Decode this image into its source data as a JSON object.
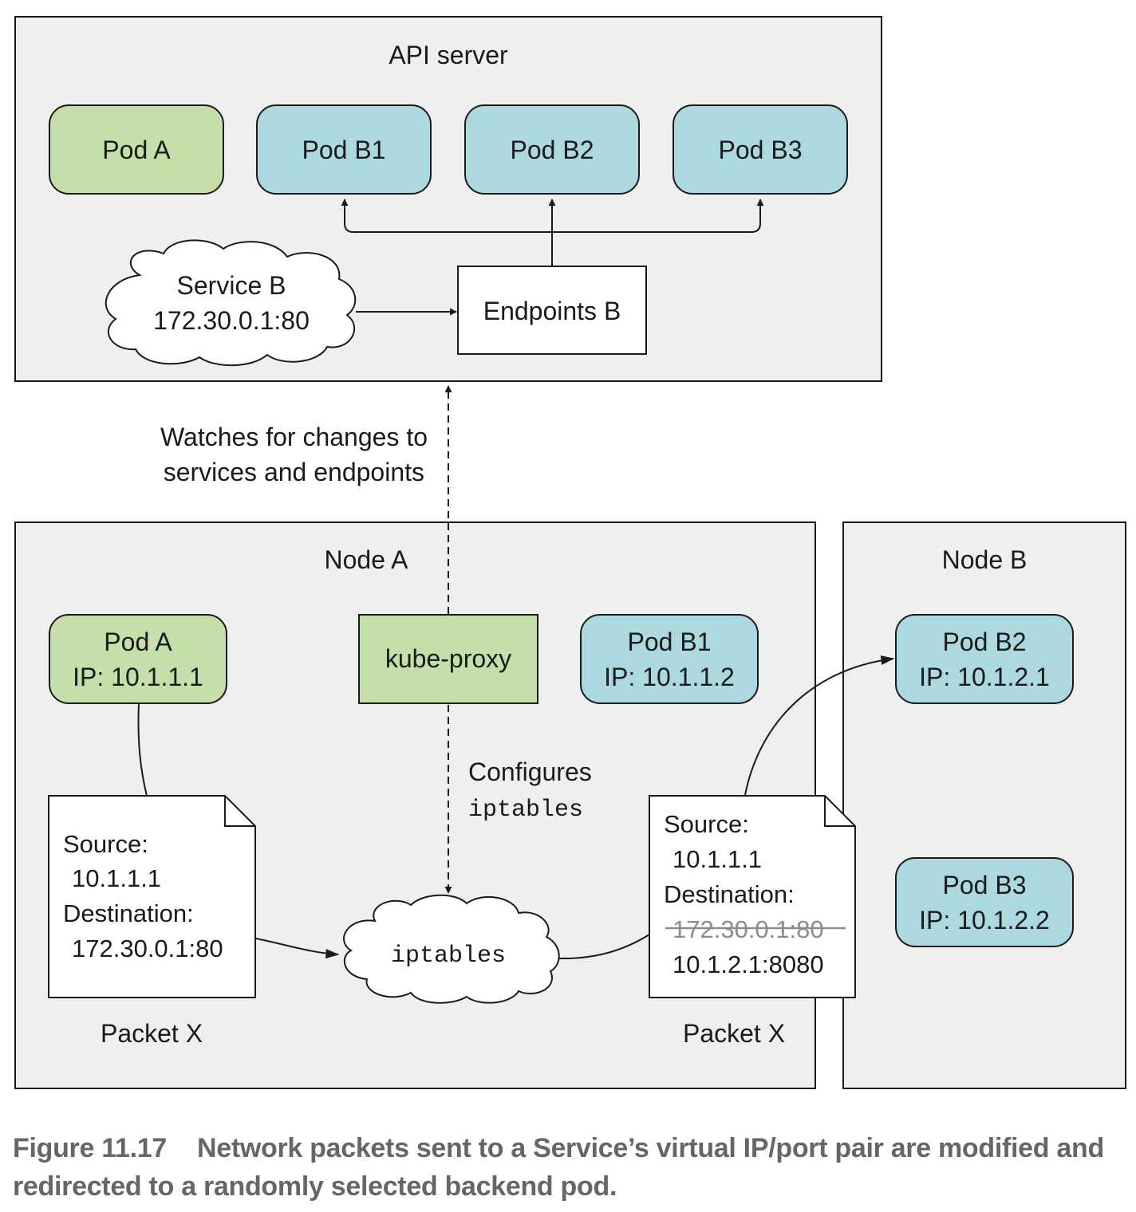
{
  "colors": {
    "panel_fill": "#efefef",
    "pod_green": "#c5deaa",
    "pod_blue": "#acd9df",
    "stroke": "#1a1a1a",
    "strike_text": "#8c8c8c",
    "caption": "#666666"
  },
  "api_server": {
    "title": "API server",
    "pods": [
      "Pod A",
      "Pod B1",
      "Pod B2",
      "Pod B3"
    ],
    "service": {
      "name": "Service B",
      "address": "172.30.0.1:80"
    },
    "endpoints": "Endpoints B"
  },
  "watch_label": [
    "Watches for changes to",
    "services and endpoints"
  ],
  "node_a": {
    "title": "Node A",
    "pod_a": {
      "name": "Pod A",
      "ip": "IP: 10.1.1.1"
    },
    "kube_proxy": "kube-proxy",
    "pod_b1": {
      "name": "Pod B1",
      "ip": "IP: 10.1.1.2"
    },
    "configures_label": {
      "line1": "Configures",
      "line2": "iptables"
    },
    "iptables": "iptables",
    "packet_in": {
      "source_label": "Source:",
      "source": "10.1.1.1",
      "destination_label": "Destination:",
      "destination": "172.30.0.1:80",
      "caption": "Packet X"
    },
    "packet_out": {
      "source_label": "Source:",
      "source": "10.1.1.1",
      "destination_label": "Destination:",
      "old_destination": "172.30.0.1:80",
      "new_destination": "10.1.2.1:8080",
      "caption": "Packet X"
    }
  },
  "node_b": {
    "title": "Node B",
    "pod_b2": {
      "name": "Pod B2",
      "ip": "IP: 10.1.2.1"
    },
    "pod_b3": {
      "name": "Pod B3",
      "ip": "IP: 10.1.2.2"
    }
  },
  "caption": {
    "figure": "Figure 11.17",
    "text": "Network packets sent to a Service’s virtual IP/port pair are modified and redirected to a randomly selected backend pod."
  }
}
